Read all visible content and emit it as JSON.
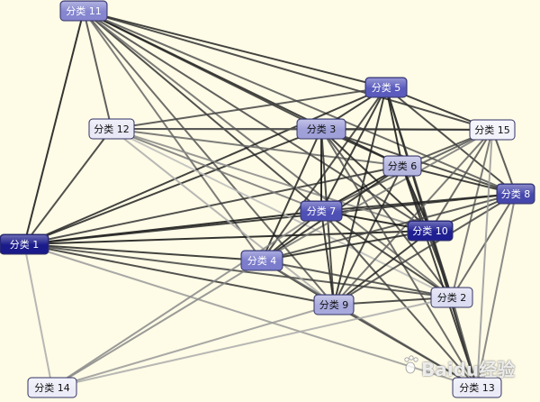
{
  "nodes": [
    {
      "id": "n1",
      "label": "分类 1",
      "fill": "#1a1a8a",
      "text": "#ffffff"
    },
    {
      "id": "n2",
      "label": "分类 2",
      "fill": "#dcdcf2",
      "text": "#111111"
    },
    {
      "id": "n3",
      "label": "分类 3",
      "fill": "#9fa0d8",
      "text": "#111111"
    },
    {
      "id": "n4",
      "label": "分类 4",
      "fill": "#7b7ccc",
      "text": "#ffffff"
    },
    {
      "id": "n5",
      "label": "分类 5",
      "fill": "#5a5bbd",
      "text": "#ffffff"
    },
    {
      "id": "n6",
      "label": "分类 6",
      "fill": "#b5b6e0",
      "text": "#111111"
    },
    {
      "id": "n7",
      "label": "分类 7",
      "fill": "#4f50b5",
      "text": "#ffffff"
    },
    {
      "id": "n8",
      "label": "分类 8",
      "fill": "#4647ab",
      "text": "#ffffff"
    },
    {
      "id": "n9",
      "label": "分类 9",
      "fill": "#a8a9dc",
      "text": "#111111"
    },
    {
      "id": "n10",
      "label": "分类 10",
      "fill": "#1f1f92",
      "text": "#ffffff"
    },
    {
      "id": "n11",
      "label": "分类 11",
      "fill": "#8586cf",
      "text": "#ffffff"
    },
    {
      "id": "n12",
      "label": "分类 12",
      "fill": "#e8e8f6",
      "text": "#111111"
    },
    {
      "id": "n13",
      "label": "分类 13",
      "fill": "#ececf8",
      "text": "#111111"
    },
    {
      "id": "n14",
      "label": "分类 14",
      "fill": "#ececf8",
      "text": "#111111"
    },
    {
      "id": "n15",
      "label": "分类 15",
      "fill": "#f2f2fa",
      "text": "#111111"
    }
  ],
  "edges": [
    {
      "from": "n11",
      "to": "n1",
      "shade": "#111111"
    },
    {
      "from": "n11",
      "to": "n12",
      "shade": "#444444"
    },
    {
      "from": "n11",
      "to": "n5",
      "shade": "#222222"
    },
    {
      "from": "n11",
      "to": "n3",
      "shade": "#333333"
    },
    {
      "from": "n11",
      "to": "n15",
      "shade": "#333333"
    },
    {
      "from": "n11",
      "to": "n6",
      "shade": "#222222"
    },
    {
      "from": "n11",
      "to": "n8",
      "shade": "#555555"
    },
    {
      "from": "n11",
      "to": "n7",
      "shade": "#333333"
    },
    {
      "from": "n11",
      "to": "n10",
      "shade": "#444444"
    },
    {
      "from": "n11",
      "to": "n4",
      "shade": "#666666"
    },
    {
      "from": "n11",
      "to": "n9",
      "shade": "#555555"
    },
    {
      "from": "n11",
      "to": "n2",
      "shade": "#666666"
    },
    {
      "from": "n1",
      "to": "n12",
      "shade": "#333333"
    },
    {
      "from": "n1",
      "to": "n5",
      "shade": "#222222"
    },
    {
      "from": "n1",
      "to": "n3",
      "shade": "#222222"
    },
    {
      "from": "n1",
      "to": "n6",
      "shade": "#333333"
    },
    {
      "from": "n1",
      "to": "n7",
      "shade": "#111111"
    },
    {
      "from": "n1",
      "to": "n8",
      "shade": "#222222"
    },
    {
      "from": "n1",
      "to": "n10",
      "shade": "#111111"
    },
    {
      "from": "n1",
      "to": "n4",
      "shade": "#222222"
    },
    {
      "from": "n1",
      "to": "n9",
      "shade": "#333333"
    },
    {
      "from": "n1",
      "to": "n2",
      "shade": "#444444"
    },
    {
      "from": "n1",
      "to": "n13",
      "shade": "#999999"
    },
    {
      "from": "n1",
      "to": "n14",
      "shade": "#aaaaaa"
    },
    {
      "from": "n12",
      "to": "n5",
      "shade": "#444444"
    },
    {
      "from": "n12",
      "to": "n3",
      "shade": "#555555"
    },
    {
      "from": "n12",
      "to": "n15",
      "shade": "#555555"
    },
    {
      "from": "n12",
      "to": "n6",
      "shade": "#666666"
    },
    {
      "from": "n12",
      "to": "n7",
      "shade": "#777777"
    },
    {
      "from": "n12",
      "to": "n10",
      "shade": "#888888"
    },
    {
      "from": "n12",
      "to": "n9",
      "shade": "#aaaaaa"
    },
    {
      "from": "n12",
      "to": "n2",
      "shade": "#bbbbbb"
    },
    {
      "from": "n5",
      "to": "n3",
      "shade": "#222222"
    },
    {
      "from": "n5",
      "to": "n15",
      "shade": "#222222"
    },
    {
      "from": "n5",
      "to": "n6",
      "shade": "#111111"
    },
    {
      "from": "n5",
      "to": "n8",
      "shade": "#333333"
    },
    {
      "from": "n5",
      "to": "n7",
      "shade": "#222222"
    },
    {
      "from": "n5",
      "to": "n10",
      "shade": "#111111"
    },
    {
      "from": "n5",
      "to": "n4",
      "shade": "#333333"
    },
    {
      "from": "n5",
      "to": "n9",
      "shade": "#222222"
    },
    {
      "from": "n5",
      "to": "n2",
      "shade": "#444444"
    },
    {
      "from": "n5",
      "to": "n13",
      "shade": "#333333"
    },
    {
      "from": "n3",
      "to": "n15",
      "shade": "#333333"
    },
    {
      "from": "n3",
      "to": "n6",
      "shade": "#222222"
    },
    {
      "from": "n3",
      "to": "n8",
      "shade": "#333333"
    },
    {
      "from": "n3",
      "to": "n7",
      "shade": "#111111"
    },
    {
      "from": "n3",
      "to": "n10",
      "shade": "#222222"
    },
    {
      "from": "n3",
      "to": "n4",
      "shade": "#222222"
    },
    {
      "from": "n3",
      "to": "n9",
      "shade": "#333333"
    },
    {
      "from": "n3",
      "to": "n2",
      "shade": "#444444"
    },
    {
      "from": "n3",
      "to": "n13",
      "shade": "#555555"
    },
    {
      "from": "n15",
      "to": "n6",
      "shade": "#444444"
    },
    {
      "from": "n15",
      "to": "n8",
      "shade": "#444444"
    },
    {
      "from": "n15",
      "to": "n7",
      "shade": "#555555"
    },
    {
      "from": "n15",
      "to": "n10",
      "shade": "#555555"
    },
    {
      "from": "n15",
      "to": "n4",
      "shade": "#777777"
    },
    {
      "from": "n15",
      "to": "n9",
      "shade": "#666666"
    },
    {
      "from": "n15",
      "to": "n2",
      "shade": "#666666"
    },
    {
      "from": "n6",
      "to": "n8",
      "shade": "#222222"
    },
    {
      "from": "n6",
      "to": "n7",
      "shade": "#111111"
    },
    {
      "from": "n6",
      "to": "n10",
      "shade": "#111111"
    },
    {
      "from": "n6",
      "to": "n4",
      "shade": "#222222"
    },
    {
      "from": "n6",
      "to": "n9",
      "shade": "#333333"
    },
    {
      "from": "n6",
      "to": "n2",
      "shade": "#333333"
    },
    {
      "from": "n6",
      "to": "n13",
      "shade": "#222222"
    },
    {
      "from": "n8",
      "to": "n7",
      "shade": "#222222"
    },
    {
      "from": "n8",
      "to": "n10",
      "shade": "#333333"
    },
    {
      "from": "n8",
      "to": "n4",
      "shade": "#444444"
    },
    {
      "from": "n8",
      "to": "n9",
      "shade": "#444444"
    },
    {
      "from": "n8",
      "to": "n2",
      "shade": "#555555"
    },
    {
      "from": "n8",
      "to": "n13",
      "shade": "#777777"
    },
    {
      "from": "n7",
      "to": "n10",
      "shade": "#111111"
    },
    {
      "from": "n7",
      "to": "n4",
      "shade": "#222222"
    },
    {
      "from": "n7",
      "to": "n9",
      "shade": "#222222"
    },
    {
      "from": "n7",
      "to": "n2",
      "shade": "#333333"
    },
    {
      "from": "n7",
      "to": "n13",
      "shade": "#444444"
    },
    {
      "from": "n7",
      "to": "n14",
      "shade": "#888888"
    },
    {
      "from": "n10",
      "to": "n4",
      "shade": "#222222"
    },
    {
      "from": "n10",
      "to": "n9",
      "shade": "#222222"
    },
    {
      "from": "n10",
      "to": "n2",
      "shade": "#333333"
    },
    {
      "from": "n10",
      "to": "n13",
      "shade": "#333333"
    },
    {
      "from": "n4",
      "to": "n9",
      "shade": "#333333"
    },
    {
      "from": "n4",
      "to": "n2",
      "shade": "#444444"
    },
    {
      "from": "n4",
      "to": "n13",
      "shade": "#666666"
    },
    {
      "from": "n4",
      "to": "n14",
      "shade": "#888888"
    },
    {
      "from": "n9",
      "to": "n2",
      "shade": "#333333"
    },
    {
      "from": "n9",
      "to": "n13",
      "shade": "#444444"
    },
    {
      "from": "n9",
      "to": "n14",
      "shade": "#999999"
    },
    {
      "from": "n2",
      "to": "n13",
      "shade": "#555555"
    },
    {
      "from": "n2",
      "to": "n14",
      "shade": "#aaaaaa"
    },
    {
      "from": "n13",
      "to": "n15",
      "shade": "#999999"
    }
  ],
  "watermark": {
    "text": "Baidu经验"
  }
}
